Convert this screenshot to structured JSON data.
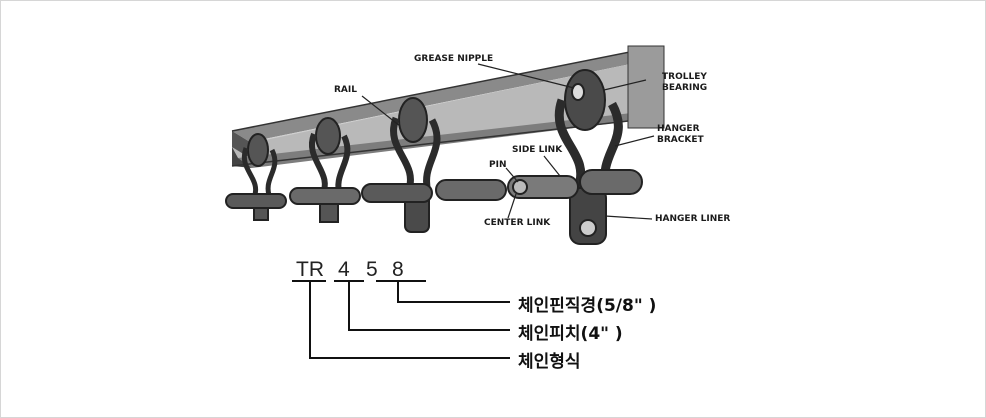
{
  "diagram": {
    "labels": {
      "grease_nipple": "GREASE NIPPLE",
      "rail": "RAIL",
      "trolley_bearing_line1": "TROLLEY",
      "trolley_bearing_line2": "BEARING",
      "hanger_bracket_line1": "HANGER",
      "hanger_bracket_line2": "BRACKET",
      "side_link": "SIDE LINK",
      "pin": "PIN",
      "center_link": "CENTER LINK",
      "hanger_liner": "HANGER LINER"
    }
  },
  "code": {
    "type": "TR",
    "pitch": "4",
    "pin_diameter_a": "5",
    "pin_diameter_b": "8"
  },
  "legend": {
    "pin_diameter": "체인핀직경(5/8\" )",
    "pitch": "체인피치(4\" )",
    "type": "체인형식"
  }
}
